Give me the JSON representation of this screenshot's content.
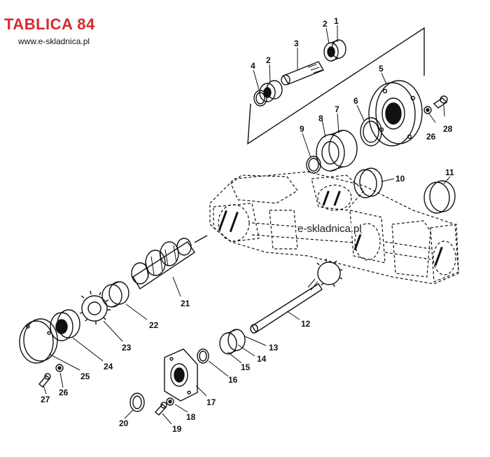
{
  "header": {
    "title": "TABLICA 84",
    "website": "www.e-skladnica.pl"
  },
  "watermark": "e-skladnica.pl",
  "colors": {
    "title": "#d6282b",
    "line": "#111111"
  },
  "callouts": [
    "1",
    "2",
    "3",
    "2",
    "4",
    "5",
    "6",
    "7",
    "8",
    "9",
    "10",
    "11",
    "12",
    "13",
    "14",
    "15",
    "16",
    "17",
    "18",
    "19",
    "20",
    "21",
    "22",
    "23",
    "24",
    "25",
    "26",
    "27",
    "26",
    "28"
  ]
}
